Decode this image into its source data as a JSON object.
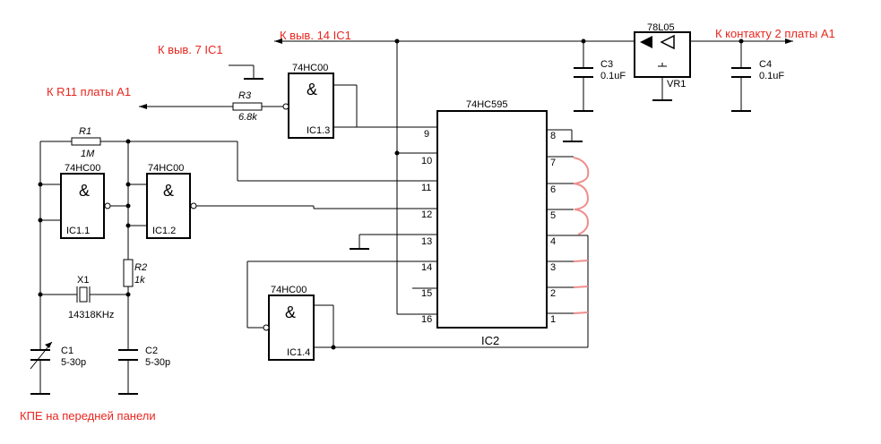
{
  "labels": {
    "to_pin14": "К выв. 14 IC1",
    "to_pin7": "К выв. 7 IC1",
    "to_r11": "К R11 платы A1",
    "to_contact2": "К контакту 2 платы A1",
    "kpe": "КПЕ на передней панели"
  },
  "gates": [
    {
      "id": "IC1.1",
      "type": "74HC00",
      "symbol": "&"
    },
    {
      "id": "IC1.2",
      "type": "74HC00",
      "symbol": "&"
    },
    {
      "id": "IC1.3",
      "type": "74HC00",
      "symbol": "&"
    },
    {
      "id": "IC1.4",
      "type": "74HC00",
      "symbol": "&"
    }
  ],
  "ic2": {
    "type": "74HC595",
    "name": "IC2",
    "left_pins": [
      "9",
      "10",
      "11",
      "12",
      "13",
      "14",
      "15",
      "16"
    ],
    "right_pins": [
      "8",
      "7",
      "6",
      "5",
      "4",
      "3",
      "2",
      "1"
    ]
  },
  "components": {
    "r1": {
      "name": "R1",
      "value": "1M"
    },
    "r2": {
      "name": "R2",
      "value": "1k"
    },
    "r3": {
      "name": "R3",
      "value": "6.8k"
    },
    "x1": {
      "name": "X1",
      "value": "14318KHz"
    },
    "c1": {
      "name": "C1",
      "value": "5-30p"
    },
    "c2": {
      "name": "C2",
      "value": "5-30p"
    },
    "c3": {
      "name": "C3",
      "value": "0.1uF"
    },
    "c4": {
      "name": "C4",
      "value": "0.1uF"
    },
    "vr1": {
      "name": "VR1",
      "type": "78L05"
    }
  },
  "colors": {
    "annotation": "#e8261e",
    "wire": "#000000",
    "pen_marks": "#ef8d8d"
  }
}
